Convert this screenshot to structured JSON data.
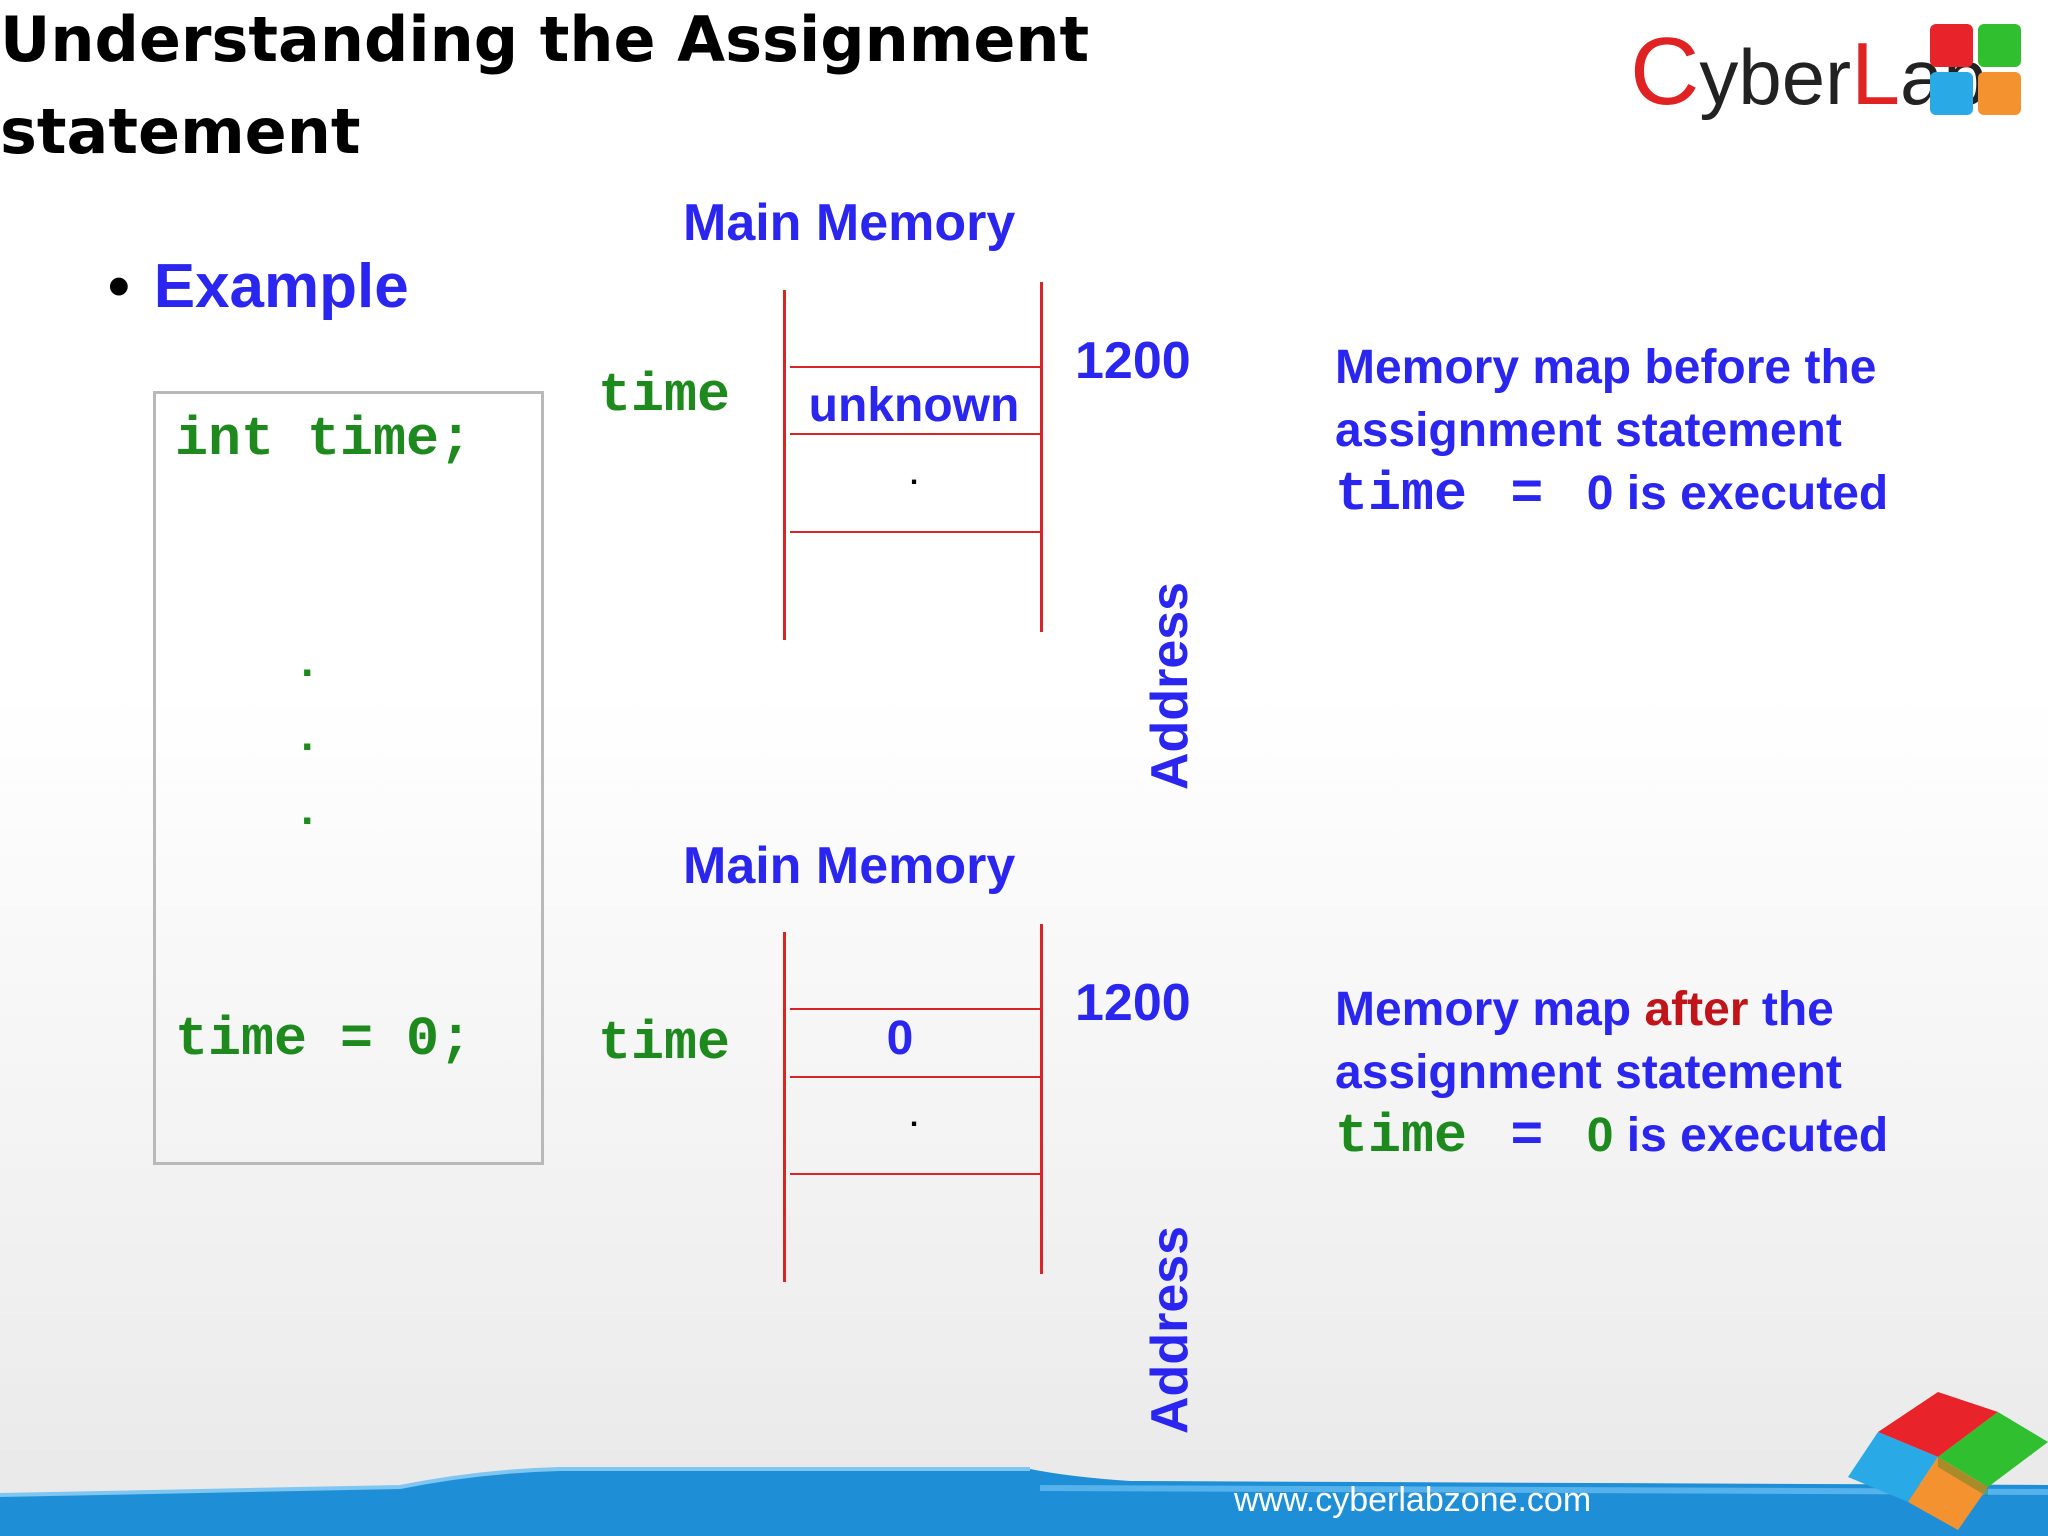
{
  "slide": {
    "title_line1": "Understanding the Assignment",
    "title_line2": "statement",
    "bullet_marker": "•",
    "bullet_text": "Example"
  },
  "logo": {
    "letter_c": "C",
    "text_yber": "yber",
    "letter_l": "L",
    "text_ab": "ab",
    "tile_colors": [
      "#e8232a",
      "#2fbf2f",
      "#29a9e6",
      "#f4922f"
    ]
  },
  "code": {
    "line1": "int time;",
    "dots": [
      ".",
      ".",
      "."
    ],
    "line2": "time = 0;"
  },
  "memory_before": {
    "title": "Main Memory",
    "variable": "time",
    "cell_value": "unknown",
    "cell_dot": ".",
    "address": "1200",
    "address_label": "Address"
  },
  "memory_after": {
    "title": "Main Memory",
    "variable": "time",
    "cell_value": "0",
    "cell_dot": ".",
    "address": "1200",
    "address_label": "Address"
  },
  "explain_before": {
    "line1": "Memory map before the",
    "line2": "assignment statement",
    "code_var": "time",
    "code_eq": "=",
    "code_val": "0",
    "suffix": "is executed"
  },
  "explain_after": {
    "line1_a": "Memory map",
    "line1_red": "after",
    "line1_b": "the",
    "line2": "assignment statement",
    "code_var": "time",
    "code_eq": "=",
    "code_val": "0",
    "suffix": "is executed"
  },
  "colors": {
    "blue_text": "#2a26f0",
    "green_code": "#1e8a1e",
    "red_lines": "#d9252a",
    "accent_red": "#c0141a",
    "footer_blue": "#1e8fd6"
  },
  "footer": {
    "url": "www.cyberlabzone.com"
  }
}
